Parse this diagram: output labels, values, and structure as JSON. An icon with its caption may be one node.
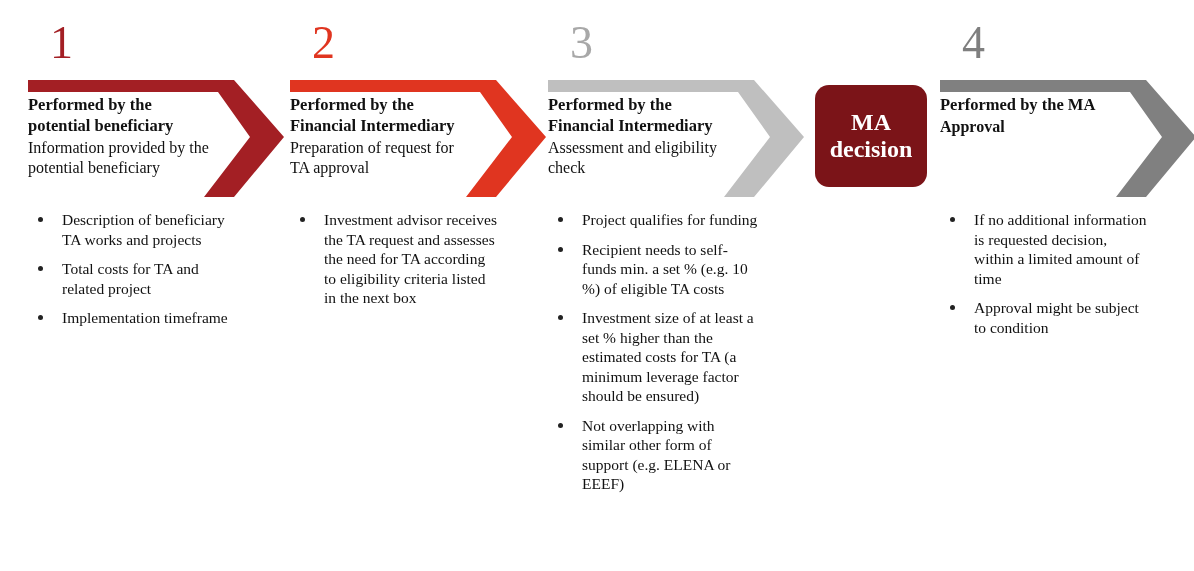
{
  "diagram": {
    "nodes": [
      {
        "text": [
          "1",
          "Performed by the potential beneficiary",
          "Information provided by the potential beneficiary"
        ],
        "beside": [
          "Description of beneficiary TA works and projects",
          "Total costs for TA and related project",
          "Implementation timeframe"
        ]
      },
      {
        "text": [
          "2",
          "Performed by the Financial Intermediary",
          "Preparation of request for TA approval"
        ],
        "beside": [
          "Investment advisor receives the TA request and assesses the need for TA according to eligibility criteria listed in the next box"
        ]
      },
      {
        "text": [
          "3",
          "Performed by the Financial Intermediary",
          "Assessment and eligibility check"
        ],
        "beside": [
          "Project qualifies for funding",
          "Recipient needs to self-funds min. a set % (e.g. 10 %) of eligible TA costs",
          "Investment size of at least a set % higher than the estimated costs for TA (a minimum leverage factor should be ensured)",
          "Not overlapping with similar other form of support (e.g. ELENA or EEEF)"
        ]
      },
      {
        "text": [
          "MA decision"
        ]
      },
      {
        "text": [
          "4",
          "Performed by the MA",
          "Approval"
        ],
        "beside": [
          "If no additional information is requested decision, within a limited amount of time",
          "Approval might be subject to condition"
        ]
      }
    ]
  }
}
